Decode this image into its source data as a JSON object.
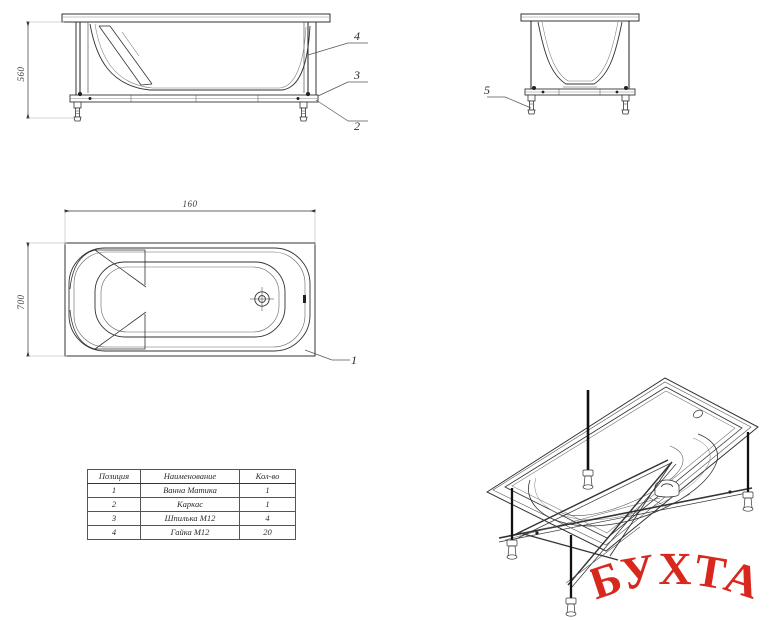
{
  "drawing": {
    "title": "Bathtub assembly technical drawing",
    "background_color": "#ffffff",
    "line_color": "#333333"
  },
  "views": {
    "front_elevation": {
      "name": "front-elevation-view",
      "dimension_height": "560",
      "callouts": [
        {
          "id": "4",
          "label": "4"
        },
        {
          "id": "3",
          "label": "3"
        },
        {
          "id": "2",
          "label": "2"
        }
      ]
    },
    "side_elevation": {
      "name": "side-elevation-view",
      "callouts": [
        {
          "id": "5",
          "label": "5"
        }
      ]
    },
    "plan": {
      "name": "plan-view",
      "dimension_length": "160",
      "dimension_width": "700",
      "callouts": [
        {
          "id": "1",
          "label": "1"
        }
      ]
    },
    "isometric": {
      "name": "isometric-view",
      "callouts": []
    }
  },
  "parts_table": {
    "headers": [
      "Позиция",
      "Наименование",
      "Кол-во"
    ],
    "rows": [
      {
        "pos": "1",
        "name": "Ванна Матика",
        "qty": "1"
      },
      {
        "pos": "2",
        "name": "Каркас",
        "qty": "1"
      },
      {
        "pos": "3",
        "name": "Шпилька М12",
        "qty": "4"
      },
      {
        "pos": "4",
        "name": "Гайка М12",
        "qty": "20"
      }
    ]
  },
  "watermark": {
    "text": "БУХТА",
    "color": "#d8271c",
    "outline_color": "#ffffff"
  }
}
